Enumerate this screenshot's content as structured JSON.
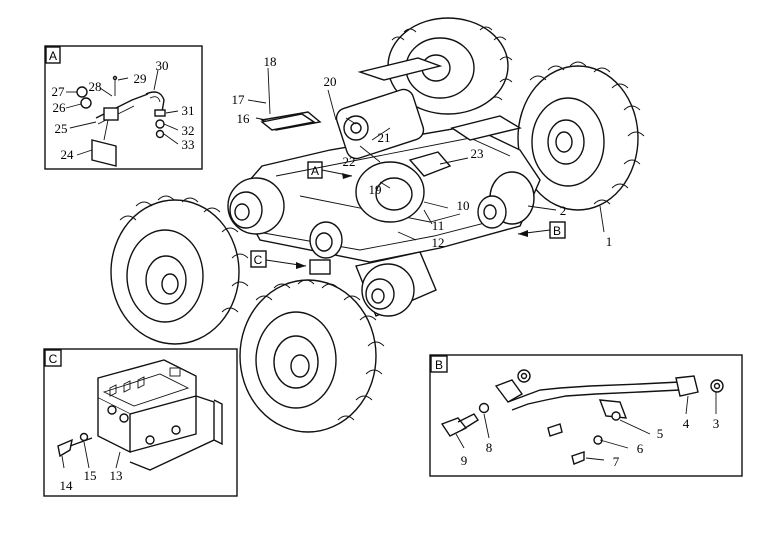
{
  "detail_boxes": {
    "A": {
      "letter": "A"
    },
    "B": {
      "letter": "B"
    },
    "C": {
      "letter": "C"
    }
  },
  "callouts": {
    "A": "A",
    "B": "B",
    "C": "C"
  },
  "part_numbers": {
    "p1": "1",
    "p2": "2",
    "p3": "3",
    "p4": "4",
    "p5": "5",
    "p6": "6",
    "p7": "7",
    "p8": "8",
    "p9": "9",
    "p10": "10",
    "p11": "11",
    "p12": "12",
    "p13": "13",
    "p14": "14",
    "p15": "15",
    "p16": "16",
    "p17": "17",
    "p18": "18",
    "p19": "19",
    "p20": "20",
    "p21": "21",
    "p22": "22",
    "p23": "23",
    "p24": "24",
    "p25": "25",
    "p26": "26",
    "p27": "27",
    "p28": "28",
    "p29": "29",
    "p30": "30",
    "p31": "31",
    "p32": "32",
    "p33": "33"
  }
}
